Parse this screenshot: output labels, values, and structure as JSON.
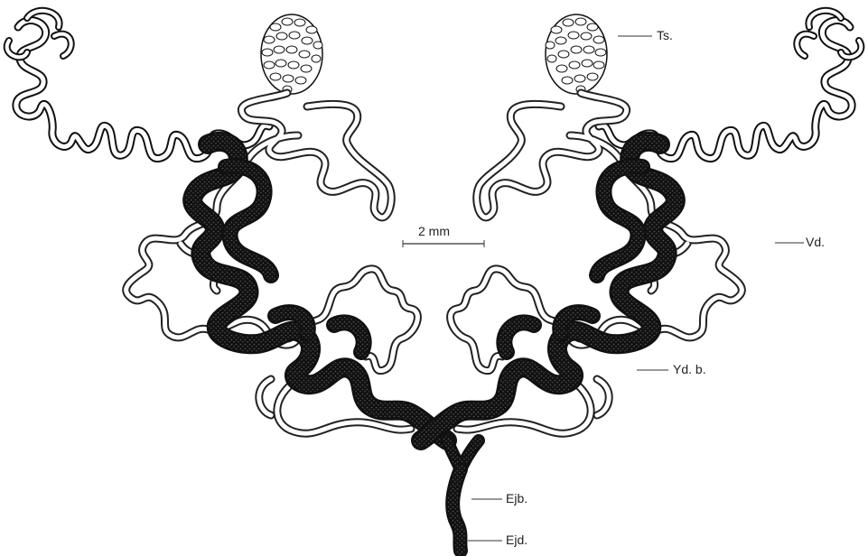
{
  "labels": {
    "testis": "Ts.",
    "vas_deferens": "Vd.",
    "vesicula_bulb": "Yd. b.",
    "ejac_bulb": "Ejb.",
    "ejac_duct": "Ejd."
  },
  "scale_bar": {
    "label": "2 mm"
  },
  "colors": {
    "ink": "#111111",
    "paper": "#ffffff",
    "stipple": "#555555"
  }
}
